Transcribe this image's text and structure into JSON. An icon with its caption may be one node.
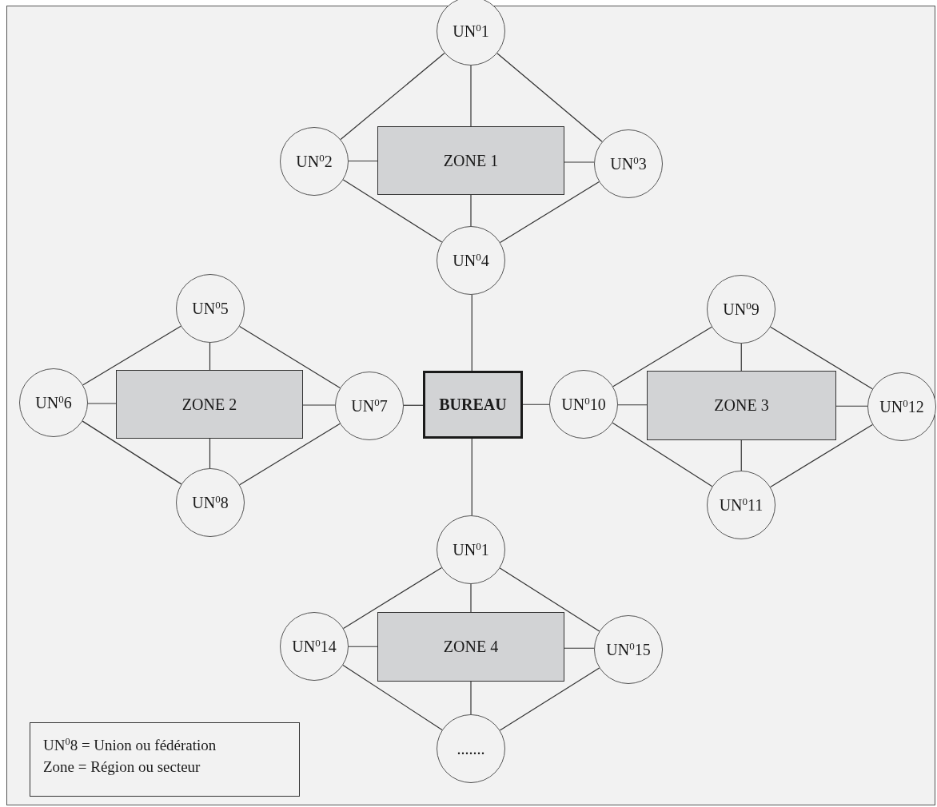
{
  "diagram": {
    "nodes": [
      {
        "text": [
          "UN$^{0}$1"
        ]
      },
      {
        "text": [
          "UN$^{0}$2"
        ]
      },
      {
        "text": [
          "ZONE 1"
        ]
      },
      {
        "text": [
          "UN$^{0}$3"
        ]
      },
      {
        "text": [
          "UN$^{0}$4"
        ]
      },
      {
        "text": [
          "UN$^{0}$5"
        ]
      },
      {
        "text": [
          "UN$^{0}$9"
        ]
      },
      {
        "text": [
          "UN$^{0}$6"
        ]
      },
      {
        "text": [
          "ZONE 2"
        ]
      },
      {
        "text": [
          "UN$^{0}$7"
        ]
      },
      {
        "text": [
          "BUREAU"
        ]
      },
      {
        "text": [
          "UN$^{0}$10"
        ]
      },
      {
        "text": [
          "ZONE 3"
        ]
      },
      {
        "text": [
          "UN$^{0}$12"
        ]
      },
      {
        "text": [
          "UN$^{0}$8"
        ]
      },
      {
        "text": [
          "UN$^{0}$11"
        ]
      },
      {
        "text": [
          "UN$^{0}$1"
        ]
      },
      {
        "text": [
          "UN$^{0}$14"
        ]
      },
      {
        "text": [
          "ZONE 4"
        ]
      },
      {
        "text": [
          "UN$^{0}$15"
        ]
      },
      {
        "text": [
          "......."
        ]
      }
    ],
    "edges": [
      {
        "from": 0,
        "to": 1,
        "arrow": "none"
      },
      {
        "from": 0,
        "to": 3,
        "arrow": "none"
      },
      {
        "from": 0,
        "to": 2,
        "arrow": "none"
      },
      {
        "from": 1,
        "to": 2,
        "arrow": "none"
      },
      {
        "from": 2,
        "to": 3,
        "arrow": "none"
      },
      {
        "from": 2,
        "to": 4,
        "arrow": "none"
      },
      {
        "from": 1,
        "to": 4,
        "arrow": "none"
      },
      {
        "from": 3,
        "to": 4,
        "arrow": "none"
      },
      {
        "from": 4,
        "to": 10,
        "arrow": "none"
      },
      {
        "from": 5,
        "to": 7,
        "arrow": "none"
      },
      {
        "from": 5,
        "to": 9,
        "arrow": "none"
      },
      {
        "from": 5,
        "to": 8,
        "arrow": "none"
      },
      {
        "from": 7,
        "to": 8,
        "arrow": "none"
      },
      {
        "from": 8,
        "to": 9,
        "arrow": "none"
      },
      {
        "from": 8,
        "to": 14,
        "arrow": "none"
      },
      {
        "from": 7,
        "to": 14,
        "arrow": "none"
      },
      {
        "from": 9,
        "to": 14,
        "arrow": "none"
      },
      {
        "from": 9,
        "to": 10,
        "arrow": "none"
      },
      {
        "from": 10,
        "to": 11,
        "arrow": "none"
      },
      {
        "from": 6,
        "to": 11,
        "arrow": "none"
      },
      {
        "from": 6,
        "to": 13,
        "arrow": "none"
      },
      {
        "from": 6,
        "to": 12,
        "arrow": "none"
      },
      {
        "from": 11,
        "to": 12,
        "arrow": "none"
      },
      {
        "from": 12,
        "to": 13,
        "arrow": "none"
      },
      {
        "from": 12,
        "to": 15,
        "arrow": "none"
      },
      {
        "from": 11,
        "to": 15,
        "arrow": "none"
      },
      {
        "from": 13,
        "to": 15,
        "arrow": "none"
      },
      {
        "from": 10,
        "to": 16,
        "arrow": "none"
      },
      {
        "from": 16,
        "to": 17,
        "arrow": "none"
      },
      {
        "from": 16,
        "to": 19,
        "arrow": "none"
      },
      {
        "from": 16,
        "to": 18,
        "arrow": "none"
      },
      {
        "from": 17,
        "to": 18,
        "arrow": "none"
      },
      {
        "from": 18,
        "to": 19,
        "arrow": "none"
      },
      {
        "from": 18,
        "to": 20,
        "arrow": "none"
      },
      {
        "from": 17,
        "to": 20,
        "arrow": "none"
      },
      {
        "from": 19,
        "to": 20,
        "arrow": "none"
      }
    ],
    "labels": [
      "UN$^{0}$8 = Union ou fédération",
      "Zone = Région ou secteur"
    ]
  }
}
